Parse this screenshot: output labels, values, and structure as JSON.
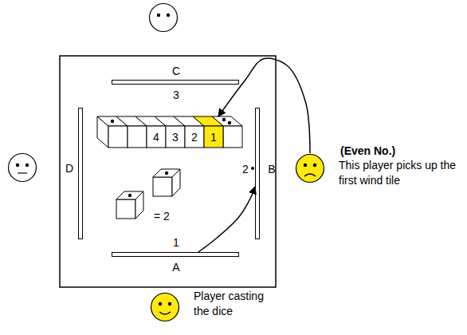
{
  "diagram": {
    "nodes": [
      {
        "text": [
          "C",
          "3"
        ]
      },
      {
        "text": [
          "4"
        ]
      },
      {
        "text": [
          "3"
        ]
      },
      {
        "text": [
          "2"
        ]
      },
      {
        "text": [
          "1"
        ]
      },
      {
        "text": [
          "D"
        ]
      },
      {
        "text": [
          "2",
          "B"
        ]
      },
      {
        "text": [
          "1",
          "A"
        ]
      },
      {
        "text": [
          "(Even No.)",
          "This player picks up the first wind tile"
        ]
      },
      {
        "text": [
          "Player casting the dice"
        ]
      }
    ],
    "edges": [
      {
        "from": 7,
        "to": 6,
        "arrow": "to"
      },
      {
        "from": 8,
        "to": 4,
        "arrow": "to"
      }
    ],
    "labels": [
      "= 2"
    ]
  }
}
